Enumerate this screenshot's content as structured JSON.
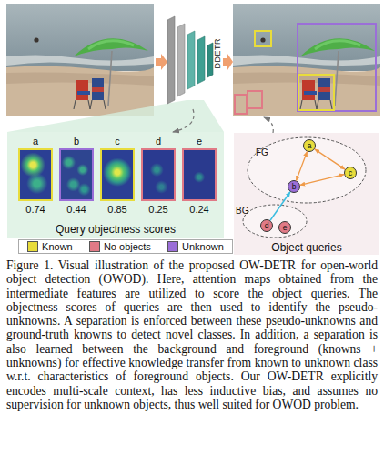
{
  "diagram": {
    "caption": "Figure 1. Visual illustration of the proposed OW-DETR for open-world object detection (OWOD). Here, attention maps obtained from the intermediate features are utilized to score the object queries. The objectness scores of queries are then used to identify the pseudo-unknowns. A separation is enforced between these pseudo-unknowns and ground-truth knowns to detect novel classes. In addition, a separation is also learned between the background and foreground (knowns + unknowns) for effective knowledge transfer from known to unknown class w.r.t. characteristics of foreground objects. Our OW-DETR explicitly encodes multi-scale context, has less inductive bias, and assumes no supervision for unknown objects, thus well suited for OWOD problem.",
    "nodes": [
      {
        "text": [
          "DDETR"
        ]
      },
      {
        "text": [
          "Query objectness scores"
        ]
      },
      {
        "text": [
          "a",
          "0.74"
        ],
        "in": 1
      },
      {
        "text": [
          "b",
          "0.44"
        ],
        "in": 1
      },
      {
        "text": [
          "c",
          "0.85"
        ],
        "in": 1
      },
      {
        "text": [
          "d",
          "0.25"
        ],
        "in": 1
      },
      {
        "text": [
          "e",
          "0.24"
        ],
        "in": 1
      },
      {
        "text": [
          "Object queries"
        ]
      },
      {
        "text": [
          "FG"
        ],
        "in": 7
      },
      {
        "text": [
          "a"
        ],
        "in": 8
      },
      {
        "text": [
          "b"
        ],
        "in": 8
      },
      {
        "text": [
          "c"
        ],
        "in": 8
      },
      {
        "text": [
          "BG"
        ],
        "in": 7
      },
      {
        "text": [
          "d"
        ],
        "in": 12
      },
      {
        "text": [
          "e"
        ],
        "in": 12
      }
    ],
    "edges": [
      {
        "from": 0,
        "to": 1,
        "arrow": "to"
      },
      {
        "from": 9,
        "to": 11,
        "arrow": "both"
      },
      {
        "from": 9,
        "to": 10,
        "arrow": "both"
      },
      {
        "from": 10,
        "to": 11,
        "arrow": "both"
      },
      {
        "from": 13,
        "to": 10,
        "arrow": "to"
      }
    ],
    "legend": [
      {
        "text": "Known",
        "color": "#e8dc3c"
      },
      {
        "text": "No objects",
        "color": "#e07a86"
      },
      {
        "text": "Unknown",
        "color": "#9b6fd8"
      }
    ]
  }
}
